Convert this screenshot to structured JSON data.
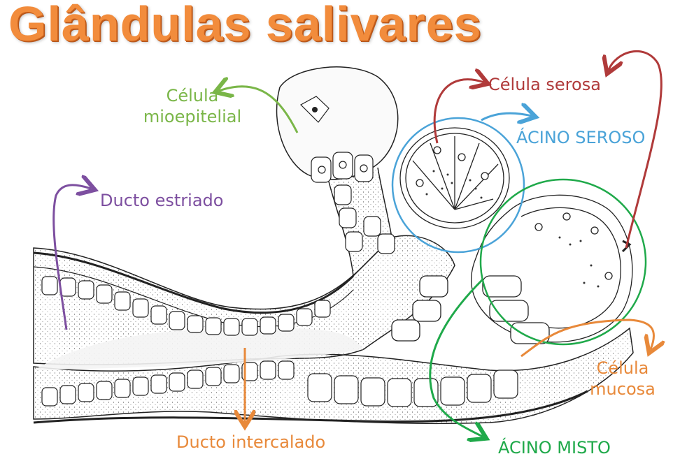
{
  "title": "Glândulas salivares",
  "labels": {
    "mioepitelial_line1": "Célula",
    "mioepitelial_line2": "mioepitelial",
    "serosa": "Célula serosa",
    "acino_seroso": "ÁCINO SEROSO",
    "ducto_estriado": "Ducto estriado",
    "mucosa_line1": "Célula",
    "mucosa_line2": "mucosa",
    "ducto_intercalado": "Ducto intercalado",
    "acino_misto": "ÁCINO MISTO"
  },
  "colors": {
    "title": "#f28c3c",
    "mioepitelial": "#7ab648",
    "serosa": "#b03a3a",
    "acino_seroso": "#4aa3d8",
    "ducto_estriado": "#7d4fa0",
    "mucosa": "#e8893a",
    "ducto_intercalado": "#e8893a",
    "acino_misto": "#1fa94a"
  }
}
